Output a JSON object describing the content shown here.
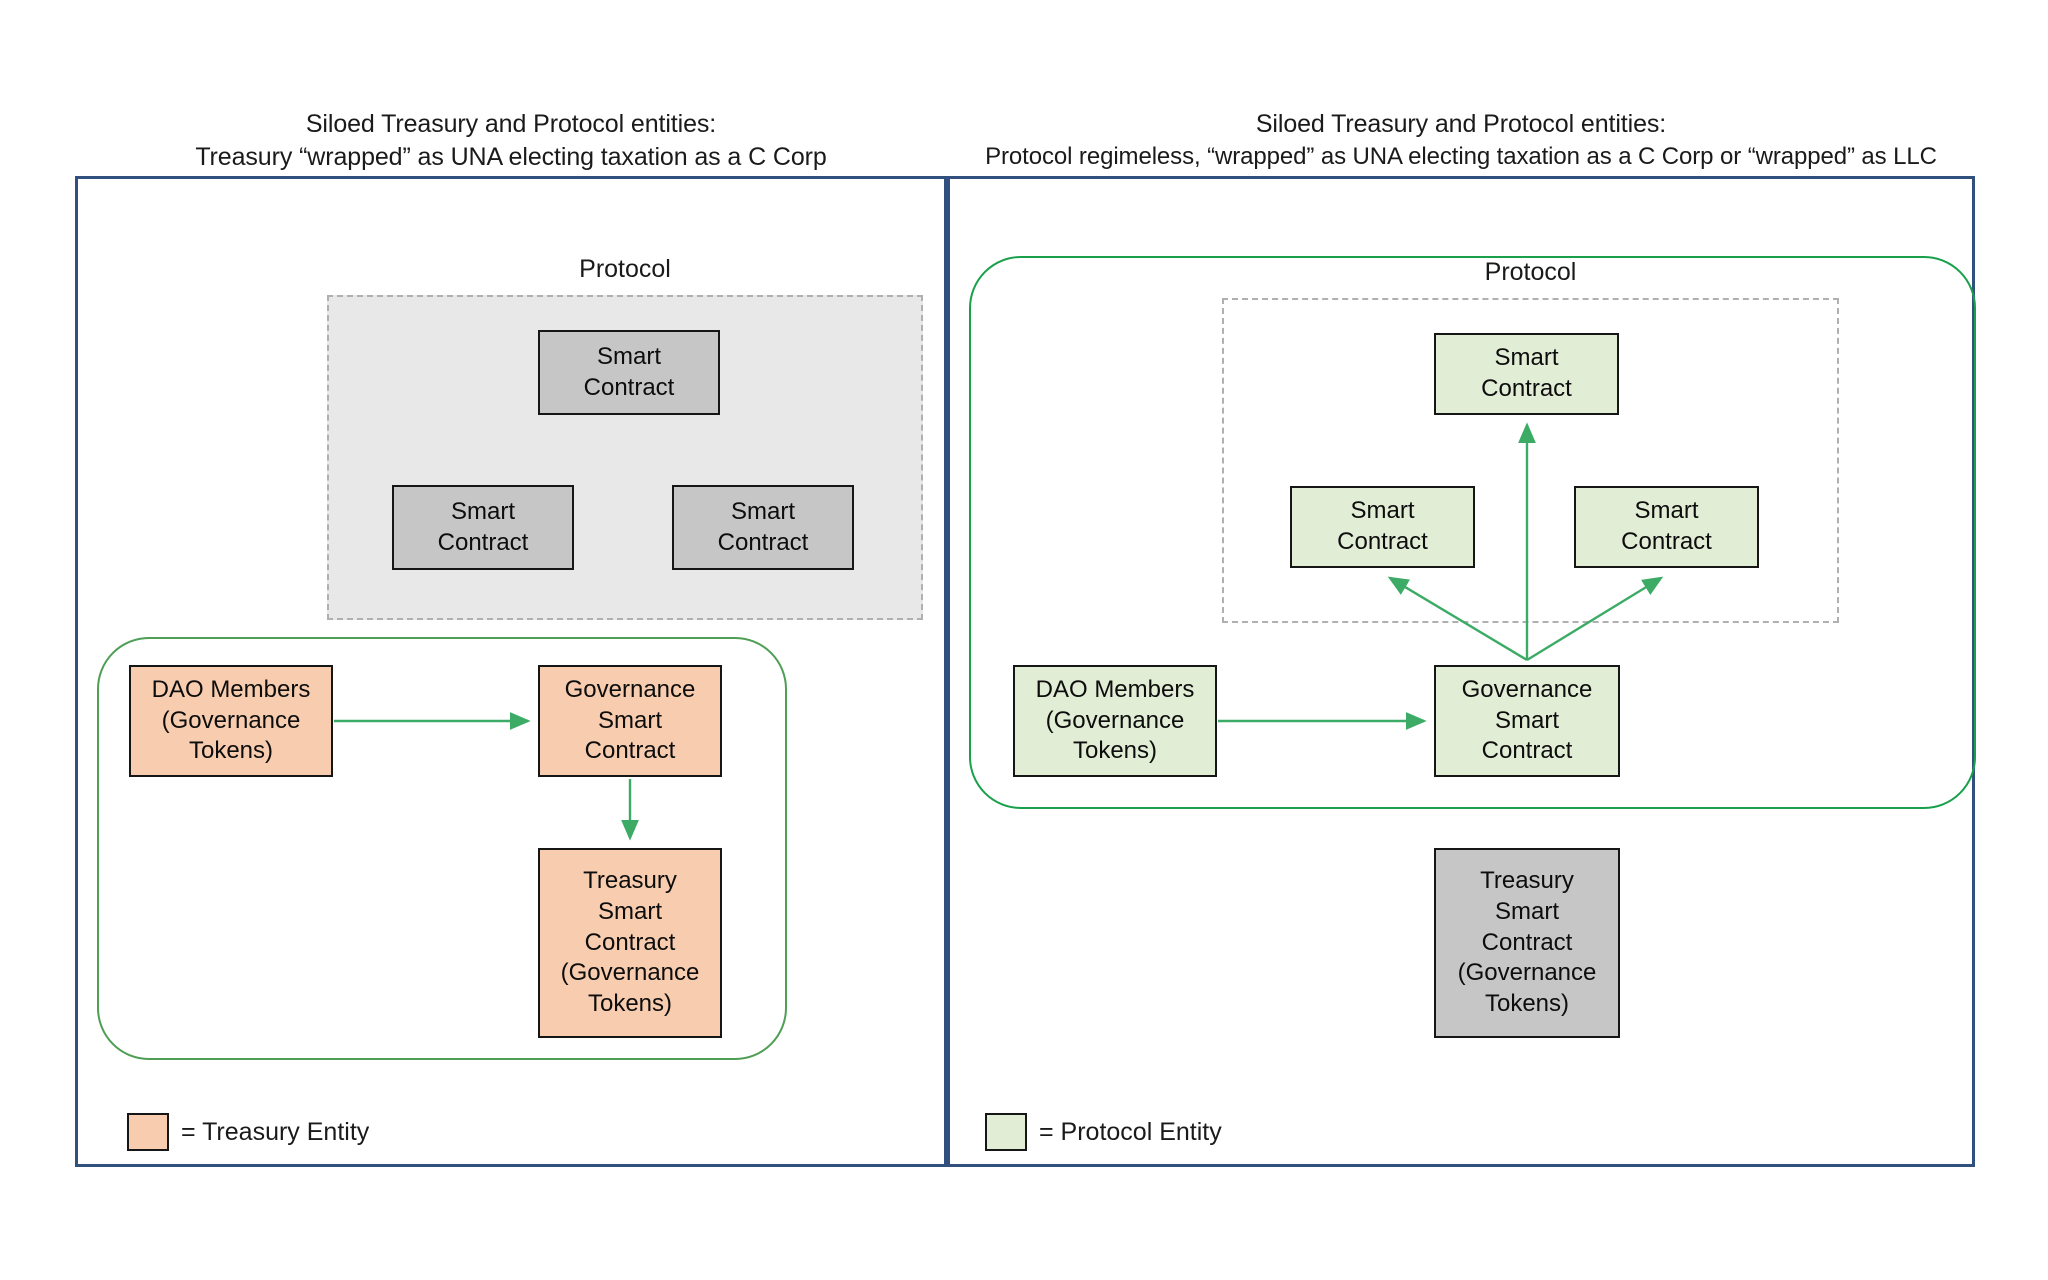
{
  "panels": [
    {
      "id": "left",
      "heading_line1": "Siloed Treasury and Protocol entities:",
      "heading_line2": "Treasury “wrapped” as UNA electing taxation as a C Corp",
      "protocol_label": "Protocol",
      "nodes": {
        "sc_top": "Smart\nContract",
        "sc_left": "Smart\nContract",
        "sc_right": "Smart\nContract",
        "dao_members": "DAO Members\n(Governance\nTokens)",
        "governance_sc": "Governance\nSmart\nContract",
        "treasury_sc": "Treasury\nSmart\nContract\n(Governance\nTokens)"
      },
      "legend": {
        "label": "= Treasury Entity",
        "swatch_color": "#f8cdaf",
        "swatch_kind": "orange"
      }
    },
    {
      "id": "right",
      "heading_line1": "Siloed Treasury and Protocol entities:",
      "heading_line2": "Protocol regimeless, “wrapped” as UNA electing taxation as a C Corp or “wrapped” as  LLC",
      "protocol_label": "Protocol",
      "nodes": {
        "sc_top": "Smart\nContract",
        "sc_left": "Smart\nContract",
        "sc_right": "Smart\nContract",
        "dao_members": "DAO Members\n(Governance\nTokens)",
        "governance_sc": "Governance\nSmart\nContract",
        "treasury_sc": "Treasury\nSmart\nContract\n(Governance\nTokens)"
      },
      "legend": {
        "label": "= Protocol Entity",
        "swatch_color": "#e2edd6",
        "swatch_kind": "green"
      }
    }
  ],
  "colors": {
    "panel_border": "#31507d",
    "protocol_dashed": "#b0b0b0",
    "protocol_fill": "#e8e8e8",
    "treasury_entity": "#f8cdaf",
    "protocol_entity": "#e2edd6",
    "neutral_entity": "#c6c6c6",
    "arrow_green": "#3cab65",
    "round_green_left": "#4f9e55",
    "round_green_right": "#19a04b",
    "node_border": "#161616",
    "text": "#0d0d0d",
    "background": "#ffffff"
  }
}
